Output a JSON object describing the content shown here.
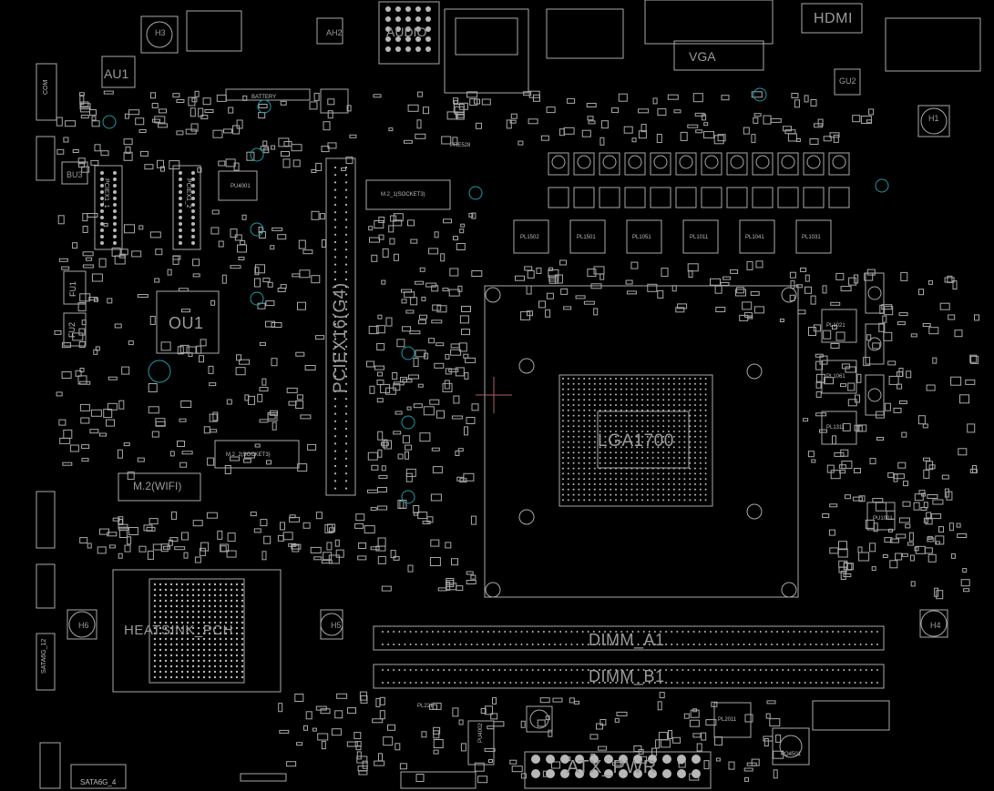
{
  "labels": {
    "au1": "AU1",
    "h3": "H3",
    "ah2": "AH2",
    "audio": "AUDIO",
    "hdmi": "HDMI",
    "vga": "VGA",
    "gu2": "GU2",
    "h1": "H1",
    "battery": "BATTERY",
    "bu3": "BU3",
    "pu4001": "PU4001",
    "m2_1": "M.2_1(SOCKET3)",
    "pcie16": "PCIEX16(G4)",
    "ou1": "OU1",
    "fu1": "FU1",
    "fu2": "FU2",
    "m2_2": "M.2_2(SOCKET3)",
    "m2wifi": "M.2(WIFI)",
    "h6": "H6",
    "h5": "H5",
    "h4": "H4",
    "heatsink": "HEATSINK_PCH",
    "lga": "LGA1700",
    "dimm_a1": "DIMM_A1",
    "dimm_b1": "DIMM_B1",
    "atx_pwr": "ATX_PWR",
    "pl1502": "PL1502",
    "pl1501": "PL1501",
    "pl1051": "PL1051",
    "pl1011": "PL1011",
    "pl1041": "PL1041",
    "pl1031": "PL1031",
    "pl1021": "PL1021",
    "pl1061": "PL1061",
    "pl1311": "PL1311",
    "pl2011": "PL2011",
    "pl221": "PL221",
    "pq4501": "PQ4501",
    "pu4002": "PU4002",
    "pu1001": "PU1001",
    "pre528": "PRE528",
    "sata": "SATA6G_4",
    "sata12": "SATA6G_12",
    "com": "COM",
    "pcie1": "PCIEX1_1",
    "pcie2": "PCIEX1_2"
  },
  "colors": {
    "background": "#000000",
    "outline": "#a8a8a8",
    "silkscreen": "#9a9a9a",
    "via": "#1f9aa6",
    "cursor": "#b06060"
  }
}
